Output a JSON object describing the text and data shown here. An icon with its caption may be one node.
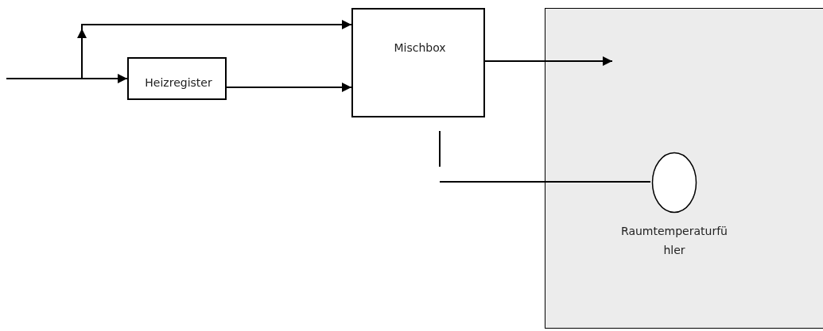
{
  "diagram": {
    "nodes": [
      {
        "text": [
          "Mischbox"
        ]
      },
      {
        "text": [
          "Heizregister"
        ]
      },
      {
        "text": [],
        "shape": "box"
      },
      {
        "text": [],
        "shape": "circle",
        "in": 2,
        "beside": [
          "Raumtemperaturfühler"
        ]
      }
    ],
    "edges": [
      {
        "from": null,
        "to": 1,
        "arrow": "to"
      },
      {
        "from": null,
        "to": 0,
        "arrow": "to"
      },
      {
        "from": 1,
        "to": 0,
        "arrow": "to"
      },
      {
        "from": 0,
        "to": null,
        "arrow": "to"
      },
      {
        "from": 3,
        "to": null,
        "arrow": "none"
      }
    ]
  }
}
